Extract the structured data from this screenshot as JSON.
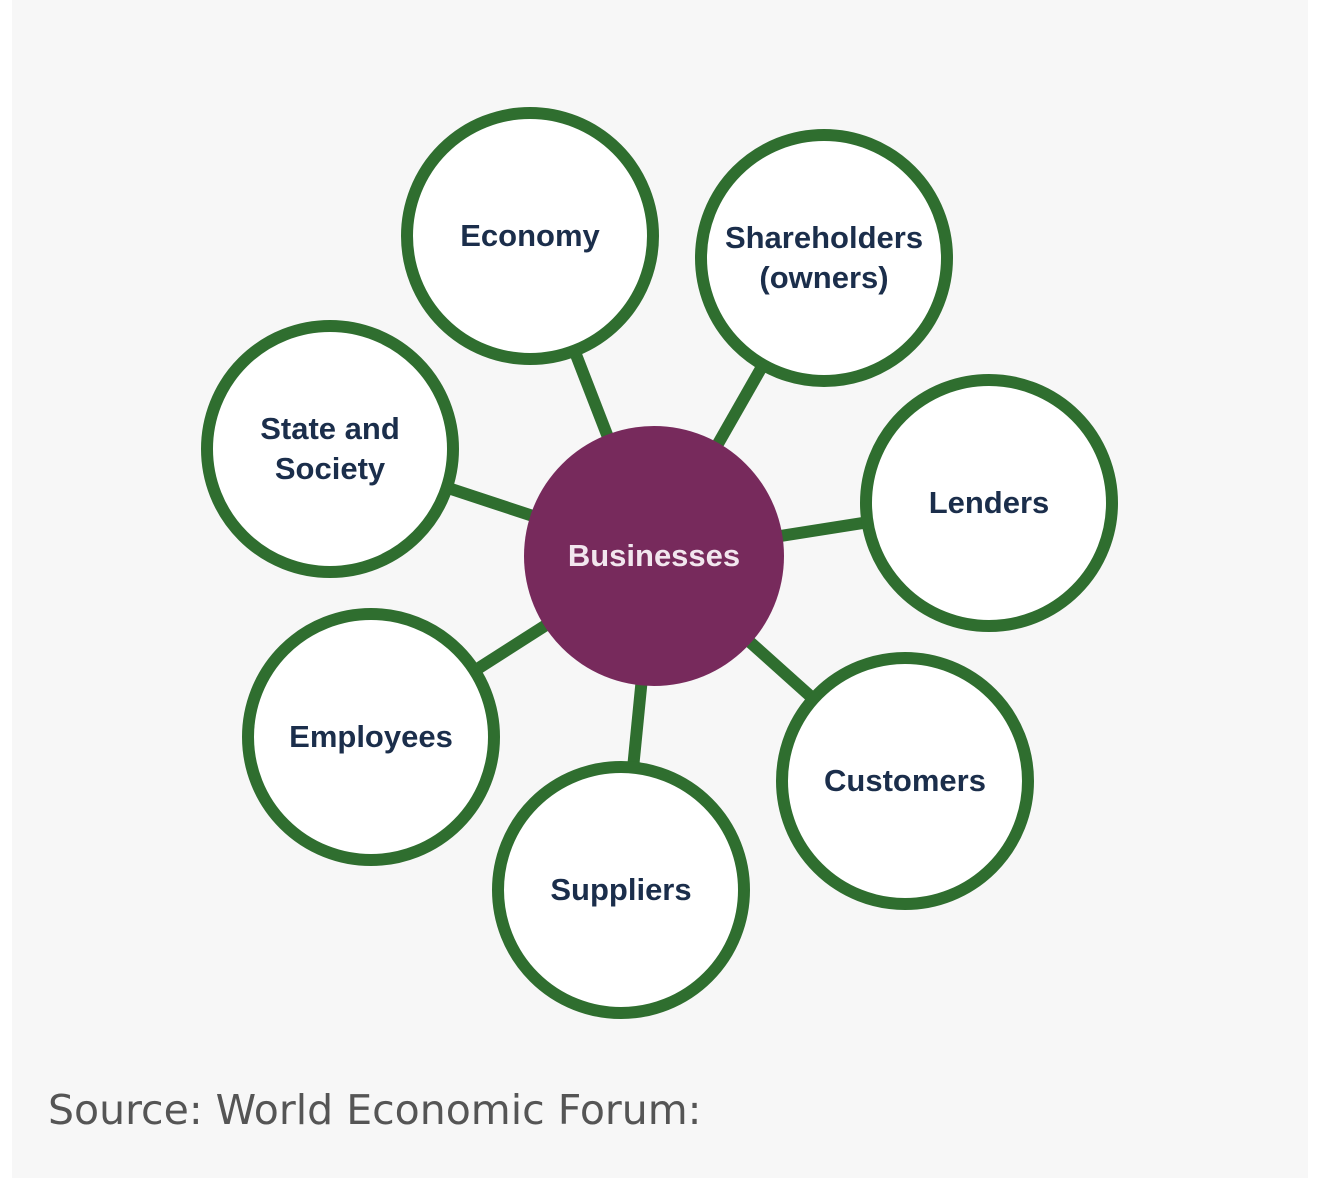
{
  "diagram": {
    "center": {
      "label": "Businesses"
    },
    "nodes": [
      {
        "id": "economy",
        "lines": [
          "Economy"
        ]
      },
      {
        "id": "shareholders",
        "lines": [
          "Shareholders",
          "(owners)"
        ]
      },
      {
        "id": "lenders",
        "lines": [
          "Lenders"
        ]
      },
      {
        "id": "customers",
        "lines": [
          "Customers"
        ]
      },
      {
        "id": "suppliers",
        "lines": [
          "Suppliers"
        ]
      },
      {
        "id": "employees",
        "lines": [
          "Employees"
        ]
      },
      {
        "id": "state-society",
        "lines": [
          "State and",
          "Society"
        ]
      }
    ]
  },
  "colors": {
    "ring": "#2f6e2f",
    "center_fill": "#772a5c",
    "center_text": "#f2e6ee",
    "node_text": "#1b2e4b",
    "background": "#f7f7f7"
  },
  "source": "Source: World Economic Forum:"
}
